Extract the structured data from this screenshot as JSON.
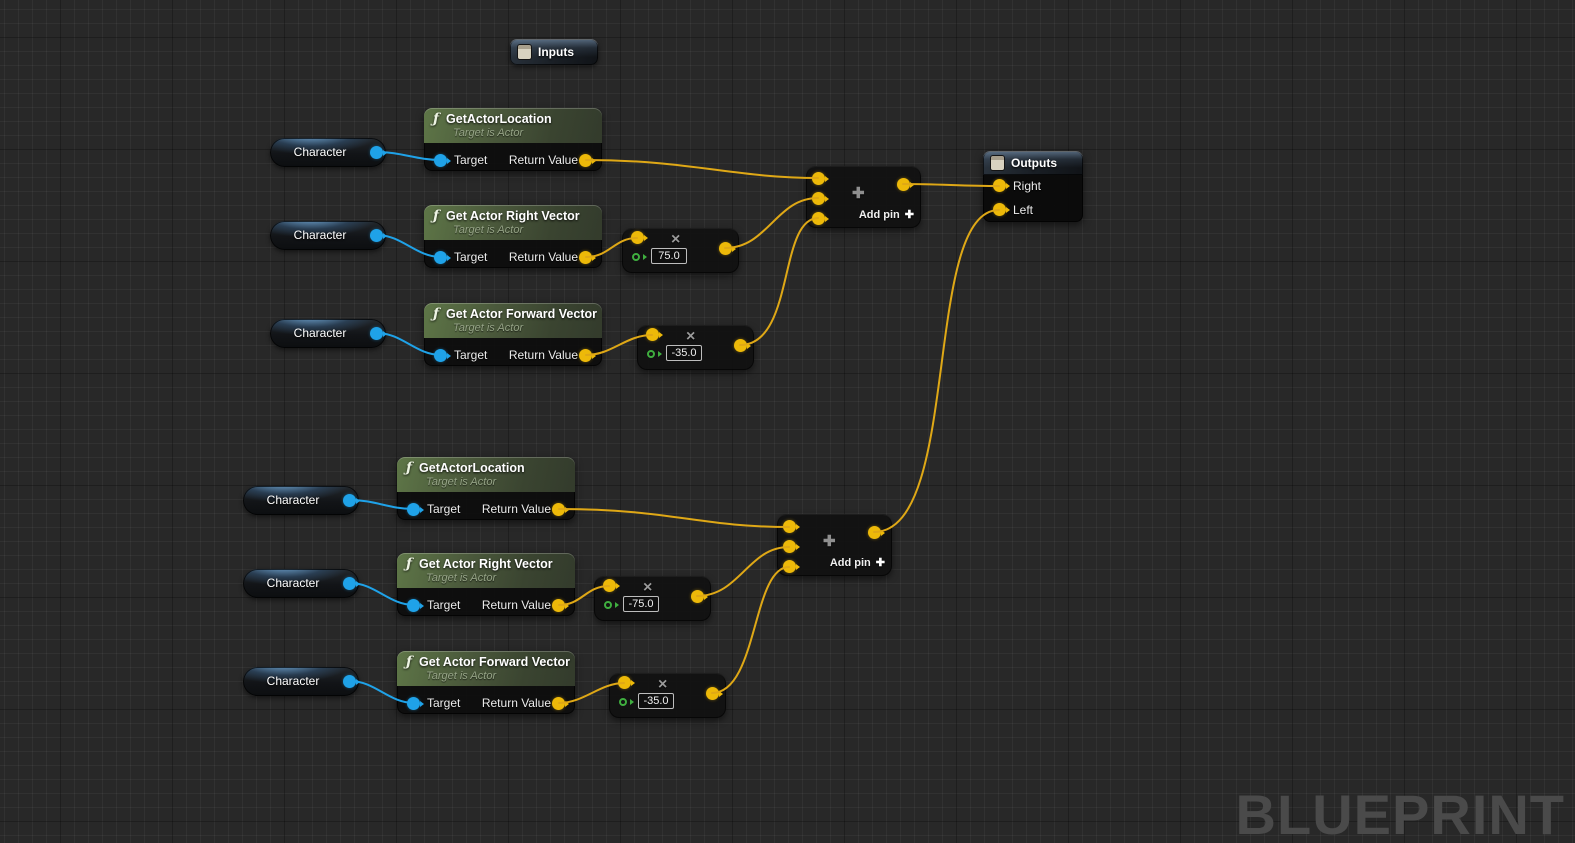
{
  "watermark": "BLUEPRINT",
  "colors": {
    "background": "#282828",
    "wire_yellow": "#dfa816",
    "wire_blue": "#1fa2e8",
    "pin_yellow": "#edb909",
    "pin_blue": "#1fa2e8",
    "pin_green": "#3fae3f",
    "function_header_green": "#5e7647",
    "tunnel_header_blue": "#82a0c0"
  },
  "tunnels": {
    "inputs": {
      "label": "Inputs"
    },
    "outputs": {
      "label": "Outputs",
      "pin_right": "Right",
      "pin_left": "Left"
    }
  },
  "common": {
    "function_icon": "ƒ",
    "subtitle": "Target is Actor",
    "target_label": "Target",
    "return_value_label": "Return Value",
    "variable_label": "Character",
    "multiply_symbol": "×",
    "add_symbol": "✚",
    "add_pin_label": "Add pin"
  },
  "function_nodes": [
    {
      "title": "GetActorLocation"
    },
    {
      "title": "Get Actor Right Vector"
    },
    {
      "title": "Get Actor Forward Vector"
    },
    {
      "title": "GetActorLocation"
    },
    {
      "title": "Get Actor Right Vector"
    },
    {
      "title": "Get Actor Forward Vector"
    }
  ],
  "multiply_nodes": [
    {
      "value": "75.0"
    },
    {
      "value": "-35.0"
    },
    {
      "value": "-75.0"
    },
    {
      "value": "-35.0"
    }
  ],
  "add_nodes": [
    {
      "label": "Add pin"
    },
    {
      "label": "Add pin"
    }
  ]
}
